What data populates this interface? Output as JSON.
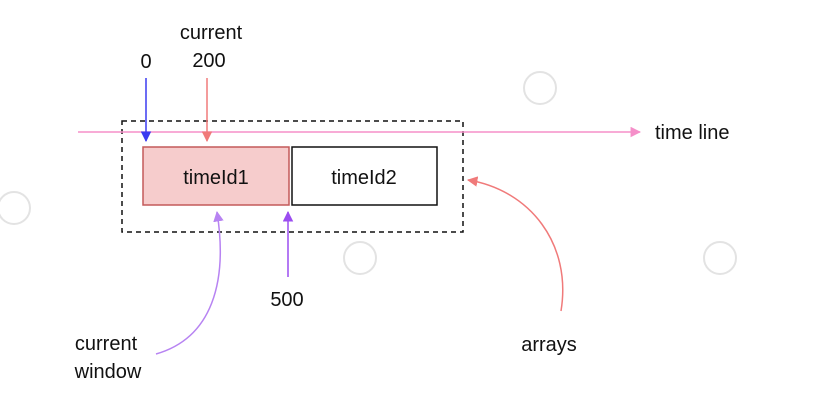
{
  "labels": {
    "current": "current",
    "current_value": "200",
    "zero": "0",
    "time_line": "time line",
    "five_hundred": "500",
    "current_window_line1": "current",
    "current_window_line2": "window",
    "arrays": "arrays"
  },
  "boxes": [
    {
      "label": "timeId1"
    },
    {
      "label": "timeId2"
    }
  ],
  "colors": {
    "time_line": "#f58fc9",
    "zero_arrow": "#3b3bf0",
    "current_arrow": "#f07a7a",
    "box1_fill": "#f6cccc",
    "box1_stroke": "#c45a5a",
    "box2_stroke": "#111111",
    "five_hundred_arrow": "#9b4df0",
    "window_arrow": "#b783f2",
    "arrays_arrow": "#f07a7a",
    "container_stroke": "#111111"
  }
}
